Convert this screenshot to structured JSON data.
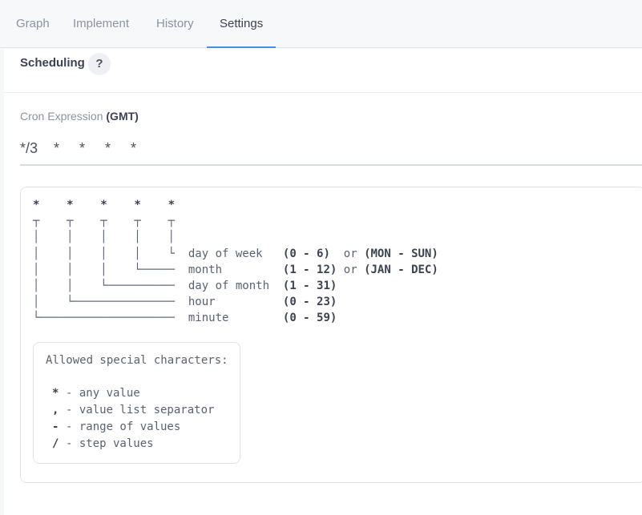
{
  "tabs": [
    {
      "label": "Graph"
    },
    {
      "label": "Implement"
    },
    {
      "label": "History"
    },
    {
      "label": "Settings"
    }
  ],
  "active_tab": "Settings",
  "scheduling": {
    "title": "Scheduling",
    "help_label": "?"
  },
  "cron": {
    "label": "Cron Expression",
    "timezone": "(GMT)",
    "value": "*/3    *     *     *     *"
  },
  "diagram": {
    "stars": "*    *    *    *    *",
    "fields": [
      {
        "name": "day of week",
        "range": "(0 - 6)",
        "alt": "(MON - SUN)"
      },
      {
        "name": "month",
        "range": "(1 - 12)",
        "alt": "(JAN - DEC)"
      },
      {
        "name": "day of month",
        "range": "(1 - 31)"
      },
      {
        "name": "hour",
        "range": "(0 - 23)"
      },
      {
        "name": "minute",
        "range": "(0 - 59)"
      }
    ],
    "or_word": "or"
  },
  "special": {
    "title": "Allowed special characters:",
    "items": [
      {
        "char": "*",
        "desc": "- any value"
      },
      {
        "char": ",",
        "desc": "- value list separator"
      },
      {
        "char": "-",
        "desc": "- range of values"
      },
      {
        "char": "/",
        "desc": "- step values"
      }
    ]
  }
}
